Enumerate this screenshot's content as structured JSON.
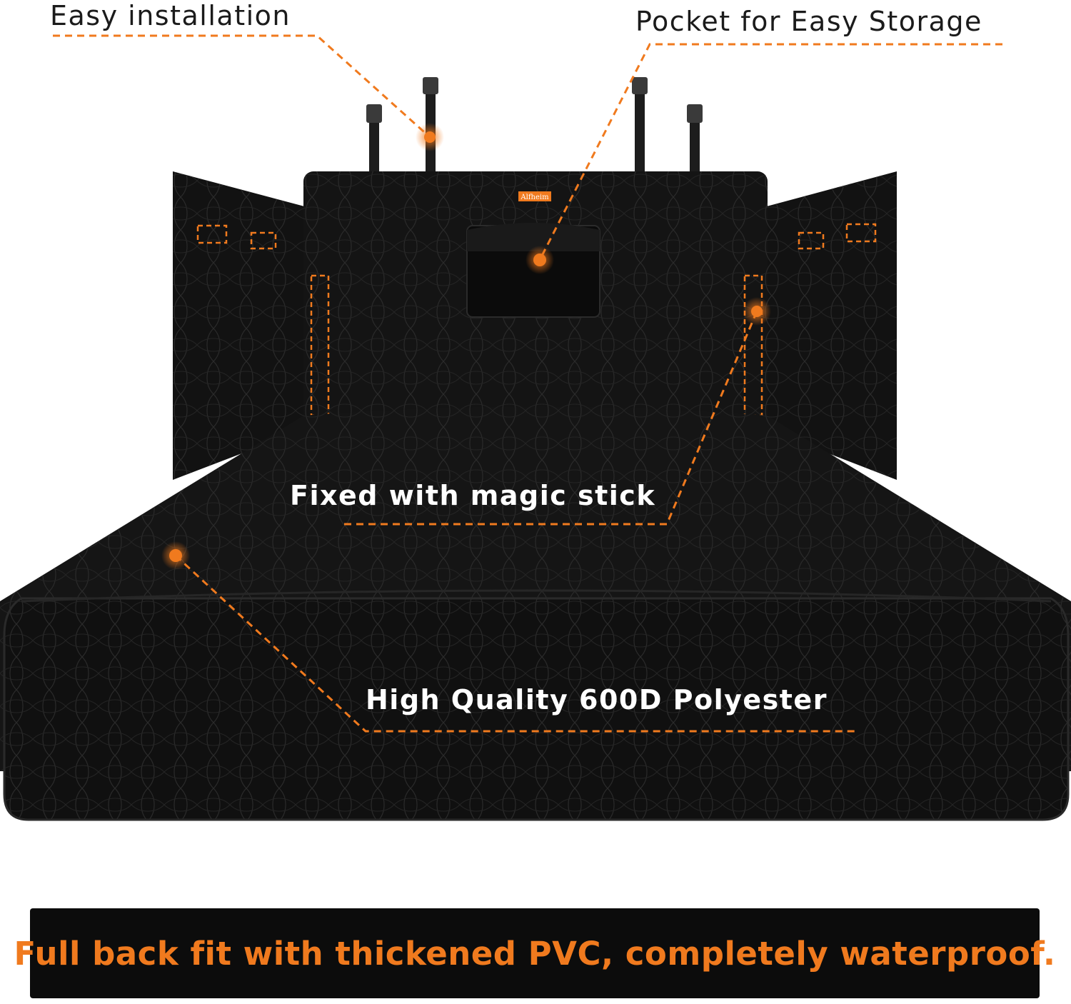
{
  "callouts": {
    "easy_installation": "Easy installation",
    "pocket_storage": "Pocket for Easy Storage",
    "magic_stick": "Fixed with magic stick",
    "polyester": "High Quality 600D Polyester"
  },
  "brand_tag": "Alfheim",
  "banner_text": "Full back fit with thickened PVC, completely waterproof.",
  "colors": {
    "accent": "#f07a1e",
    "mat": "#121212",
    "background": "#ffffff"
  }
}
